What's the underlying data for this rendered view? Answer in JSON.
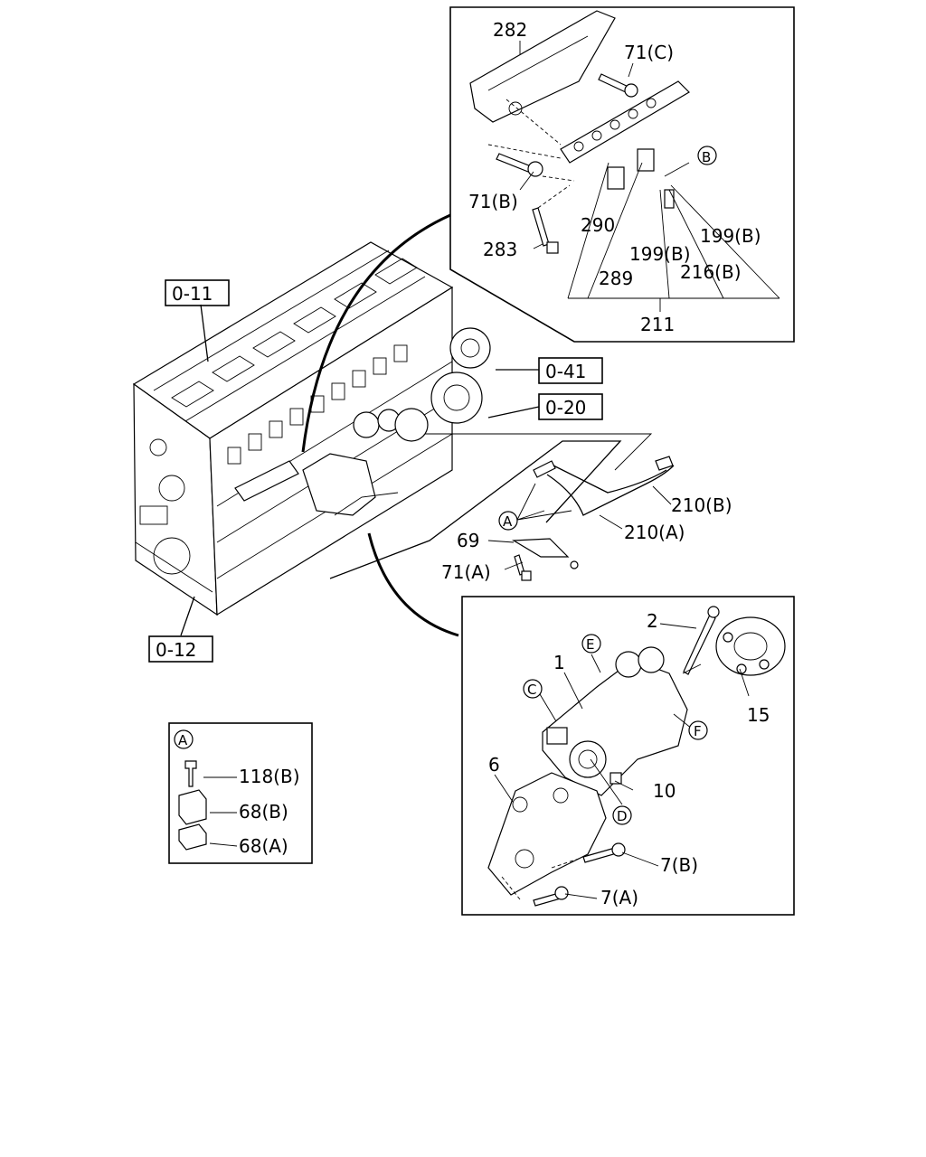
{
  "references": {
    "block_upper": "0-11",
    "block_lower": "0-12",
    "water_pump": "0-41",
    "timing": "0-20"
  },
  "rail_callouts": {
    "c282": "282",
    "c71c": "71(C)",
    "c71b": "71(B)",
    "c283": "283",
    "c290": "290",
    "c289": "289",
    "c199b_a": "199(B)",
    "c199b_b": "199(B)",
    "c216b": "216(B)",
    "c211": "211",
    "circle_b": "B"
  },
  "pipe_callouts": {
    "c210b": "210(B)",
    "c210a": "210(A)",
    "c69": "69",
    "c71a": "71(A)",
    "circle_a": "A"
  },
  "clamp_detail": {
    "circle_a": "A",
    "c118b": "118(B)",
    "c68b": "68(B)",
    "c68a": "68(A)"
  },
  "pump_callouts": {
    "c2": "2",
    "c1": "1",
    "c15": "15",
    "c6": "6",
    "c10": "10",
    "c7b": "7(B)",
    "c7a": "7(A)",
    "circle_c": "C",
    "circle_d": "D",
    "circle_e": "E",
    "circle_f": "F"
  }
}
